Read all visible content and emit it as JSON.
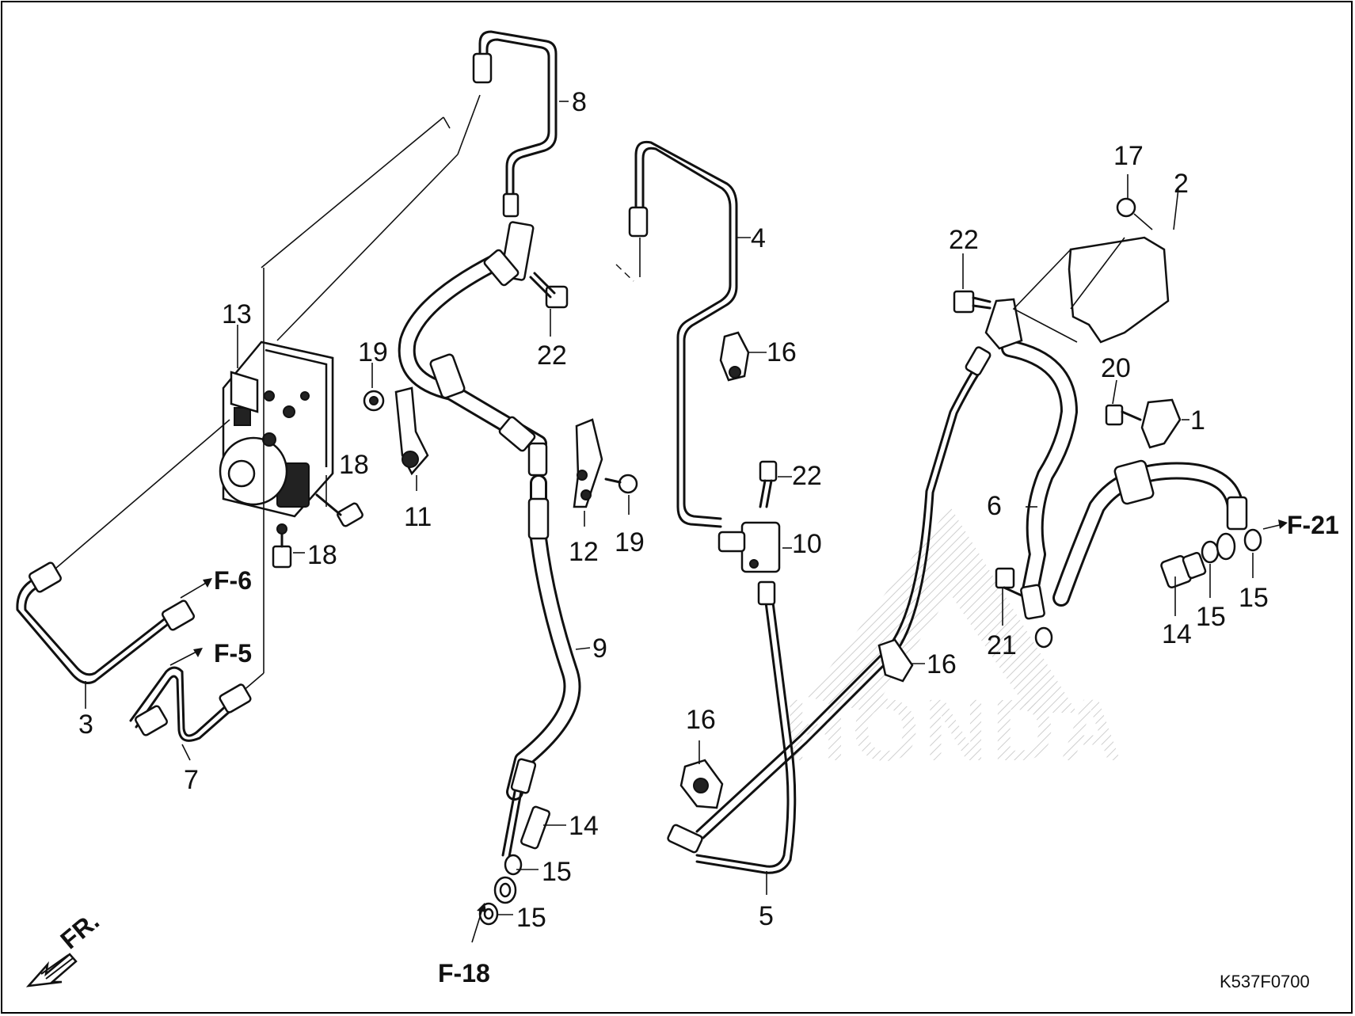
{
  "diagram": {
    "callouts": [
      {
        "id": "c1",
        "text": "1"
      },
      {
        "id": "c2",
        "text": "2"
      },
      {
        "id": "c3",
        "text": "3"
      },
      {
        "id": "c4",
        "text": "4"
      },
      {
        "id": "c5",
        "text": "5"
      },
      {
        "id": "c6",
        "text": "6"
      },
      {
        "id": "c7",
        "text": "7"
      },
      {
        "id": "c8",
        "text": "8"
      },
      {
        "id": "c9",
        "text": "9"
      },
      {
        "id": "c10",
        "text": "10"
      },
      {
        "id": "c11",
        "text": "11"
      },
      {
        "id": "c12",
        "text": "12"
      },
      {
        "id": "c13",
        "text": "13"
      },
      {
        "id": "c14a",
        "text": "14"
      },
      {
        "id": "c14b",
        "text": "14"
      },
      {
        "id": "c15a",
        "text": "15"
      },
      {
        "id": "c15b",
        "text": "15"
      },
      {
        "id": "c15c",
        "text": "15"
      },
      {
        "id": "c15d",
        "text": "15"
      },
      {
        "id": "c16a",
        "text": "16"
      },
      {
        "id": "c16b",
        "text": "16"
      },
      {
        "id": "c16c",
        "text": "16"
      },
      {
        "id": "c17",
        "text": "17"
      },
      {
        "id": "c18a",
        "text": "18"
      },
      {
        "id": "c18b",
        "text": "18"
      },
      {
        "id": "c19a",
        "text": "19"
      },
      {
        "id": "c19b",
        "text": "19"
      },
      {
        "id": "c20",
        "text": "20"
      },
      {
        "id": "c21",
        "text": "21"
      },
      {
        "id": "c22a",
        "text": "22"
      },
      {
        "id": "c22b",
        "text": "22"
      },
      {
        "id": "c22c",
        "text": "22"
      }
    ],
    "references": [
      {
        "id": "f6",
        "text": "F-6"
      },
      {
        "id": "f5",
        "text": "F-5"
      },
      {
        "id": "f18",
        "text": "F-18"
      },
      {
        "id": "f21",
        "text": "F-21"
      }
    ],
    "front_indicator": "FR.",
    "drawing_code": "K537F0700",
    "watermark": "HONDA",
    "colors": {
      "ink": "#111111",
      "paper": "#ffffff",
      "watermark": "#d9d9d9"
    }
  }
}
